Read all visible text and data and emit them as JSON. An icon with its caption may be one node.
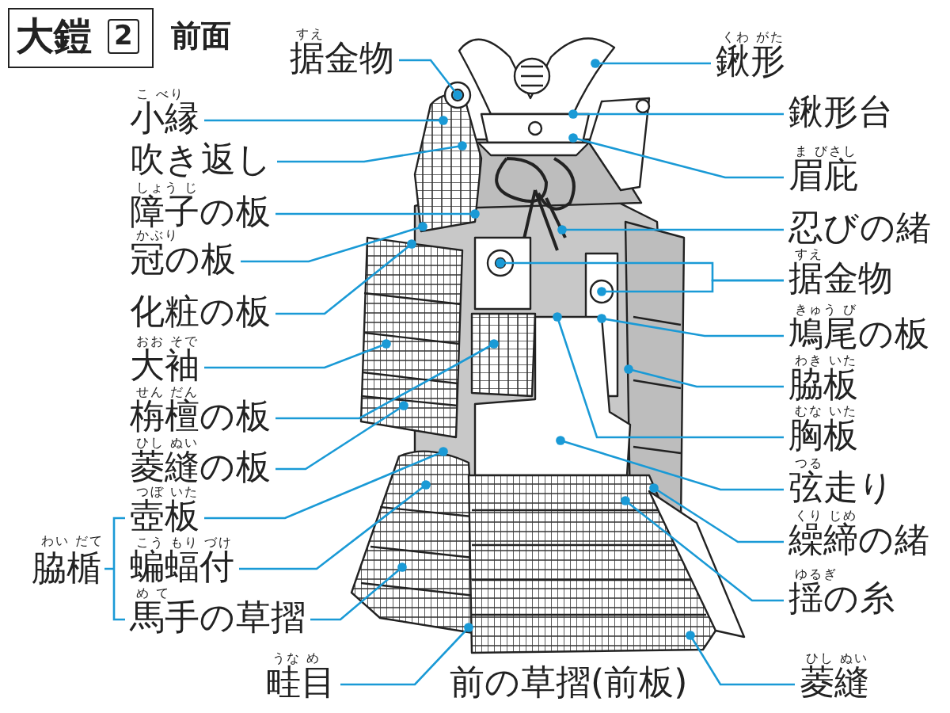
{
  "diagram": {
    "title": "大鎧",
    "nodes": [
      {
        "text": [
          "据金物"
        ],
        "beside": [
          "すえ"
        ]
      },
      {
        "text": [
          "鍬形"
        ],
        "beside": [
          "くわ がた"
        ]
      },
      {
        "text": [
          "小縁"
        ],
        "beside": [
          "こ べり"
        ]
      },
      {
        "text": [
          "鍬形台"
        ]
      },
      {
        "text": [
          "吹き返し"
        ]
      },
      {
        "text": [
          "眉庇"
        ],
        "beside": [
          "ま びさし"
        ]
      },
      {
        "text": [
          "障子の板"
        ],
        "beside": [
          "しょう じ"
        ]
      },
      {
        "text": [
          "忍びの緒"
        ]
      },
      {
        "text": [
          "冠の板"
        ],
        "beside": [
          "かぶり"
        ]
      },
      {
        "text": [
          "据金物"
        ],
        "beside": [
          "すえ"
        ]
      },
      {
        "text": [
          "化粧の板"
        ]
      },
      {
        "text": [
          "鳩尾の板"
        ],
        "beside": [
          "きゅう び"
        ]
      },
      {
        "text": [
          "大袖"
        ],
        "beside": [
          "おお そで"
        ]
      },
      {
        "text": [
          "脇板"
        ],
        "beside": [
          "わき いた"
        ]
      },
      {
        "text": [
          "栴檀の板"
        ],
        "beside": [
          "せん だん"
        ]
      },
      {
        "text": [
          "胸板"
        ],
        "beside": [
          "むな いた"
        ]
      },
      {
        "text": [
          "菱縫の板"
        ],
        "beside": [
          "ひし ぬい"
        ]
      },
      {
        "text": [
          "弦走り"
        ],
        "beside": [
          "つる"
        ]
      },
      {
        "text": [
          "壺板"
        ],
        "beside": [
          "つぼ いた"
        ]
      },
      {
        "text": [
          "繰締の緒"
        ],
        "beside": [
          "くり じめ"
        ]
      },
      {
        "text": [
          "蝙蝠付"
        ],
        "beside": [
          "こう もり づけ"
        ]
      },
      {
        "text": [
          "揺の糸"
        ],
        "beside": [
          "ゆるぎ"
        ]
      },
      {
        "text": [
          "馬手の草摺"
        ],
        "beside": [
          "め て"
        ]
      },
      {
        "text": [
          "畦目"
        ],
        "beside": [
          "うな め"
        ]
      },
      {
        "text": [
          "菱縫"
        ],
        "beside": [
          "ひし ぬい"
        ]
      }
    ],
    "edges": [
      {
        "from": 0,
        "to": null,
        "arrow": "other"
      },
      {
        "from": 1,
        "to": null,
        "arrow": "other"
      },
      {
        "from": 2,
        "to": null,
        "arrow": "other"
      },
      {
        "from": 3,
        "to": null,
        "arrow": "other"
      },
      {
        "from": 4,
        "to": null,
        "arrow": "other"
      },
      {
        "from": 5,
        "to": null,
        "arrow": "other"
      },
      {
        "from": 6,
        "to": null,
        "arrow": "other"
      },
      {
        "from": 7,
        "to": null,
        "arrow": "other"
      },
      {
        "from": 8,
        "to": null,
        "arrow": "other"
      },
      {
        "from": 9,
        "to": null,
        "arrow": "other"
      },
      {
        "from": 9,
        "to": null,
        "arrow": "other"
      },
      {
        "from": 10,
        "to": null,
        "arrow": "other"
      },
      {
        "from": 11,
        "to": null,
        "arrow": "other"
      },
      {
        "from": 12,
        "to": null,
        "arrow": "other"
      },
      {
        "from": 13,
        "to": null,
        "arrow": "other"
      },
      {
        "from": 14,
        "to": null,
        "arrow": "other"
      },
      {
        "from": 15,
        "to": null,
        "arrow": "other"
      },
      {
        "from": 16,
        "to": null,
        "arrow": "other"
      },
      {
        "from": 17,
        "to": null,
        "arrow": "other"
      },
      {
        "from": 18,
        "to": null,
        "arrow": "other"
      },
      {
        "from": 19,
        "to": null,
        "arrow": "other"
      },
      {
        "from": 20,
        "to": null,
        "arrow": "other"
      },
      {
        "from": 21,
        "to": null,
        "arrow": "other"
      },
      {
        "from": 22,
        "to": null,
        "arrow": "other"
      },
      {
        "from": 23,
        "to": null,
        "arrow": "other"
      },
      {
        "from": 24,
        "to": null,
        "arrow": "other"
      }
    ],
    "labels": [
      "2",
      "前面",
      "わい だて",
      "脇楯",
      "前の草摺(前板)"
    ]
  }
}
